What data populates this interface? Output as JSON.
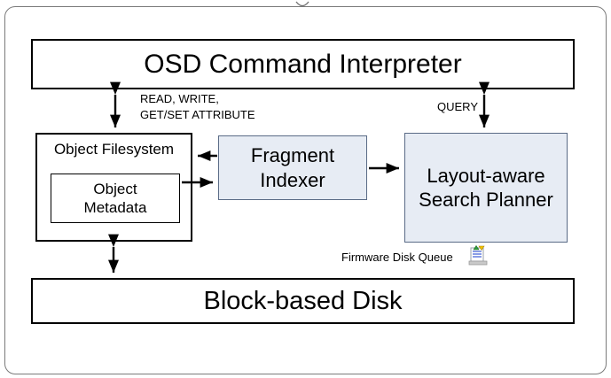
{
  "diagram": {
    "title_box": {
      "label": "OSD Command Interpreter"
    },
    "object_filesystem": {
      "label": "Object Filesystem"
    },
    "object_metadata": {
      "label": "Object Metadata"
    },
    "fragment_indexer": {
      "label": "Fragment Indexer"
    },
    "search_planner": {
      "label": "Layout-aware Search Planner"
    },
    "block_disk": {
      "label": "Block-based Disk"
    },
    "arrow_labels": {
      "read_write_line1": "READ, WRITE,",
      "read_write_line2": "GET/SET ATTRIBUTE",
      "query": "QUERY",
      "firmware_disk_queue": "Firmware Disk Queue"
    },
    "colors": {
      "accent_fill": "#e7ecf4",
      "box_border": "#000000",
      "frame_border": "#7a7a7a"
    }
  }
}
